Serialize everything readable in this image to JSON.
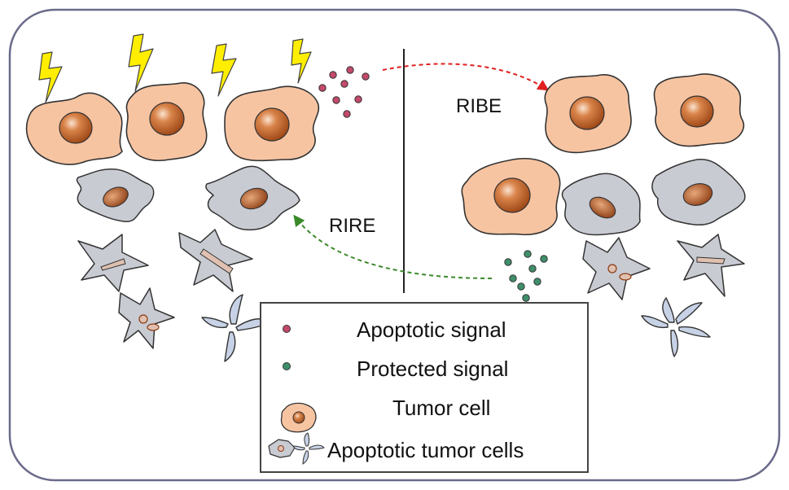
{
  "labels": {
    "ribe": "RIBE",
    "rire": "RIRE"
  },
  "legend": {
    "items": [
      {
        "text": "Apoptotic signal",
        "icon": "apoptotic-signal-dot-icon"
      },
      {
        "text": "Protected signal",
        "icon": "protected-signal-dot-icon"
      },
      {
        "text": "Tumor cell",
        "icon": "tumor-cell-icon"
      },
      {
        "text": "Apoptotic tumor cells",
        "icon": "apoptotic-tumor-cells-icon"
      }
    ]
  },
  "colors": {
    "frame": "#6a6a8a",
    "tumor_fill": "#f7c4a2",
    "nucleus": "#c8672a",
    "apoptotic_fill": "#c9cbd3",
    "apoptotic_nucleus": "#9c4a1c",
    "dead_fill": "#c8d2e6",
    "lightning": "#ffee00",
    "apoptotic_signal": "#c24a6a",
    "protected_signal": "#3f8f6a",
    "ribe_arrow": "#e02020",
    "rire_arrow": "#3a8a2a"
  }
}
